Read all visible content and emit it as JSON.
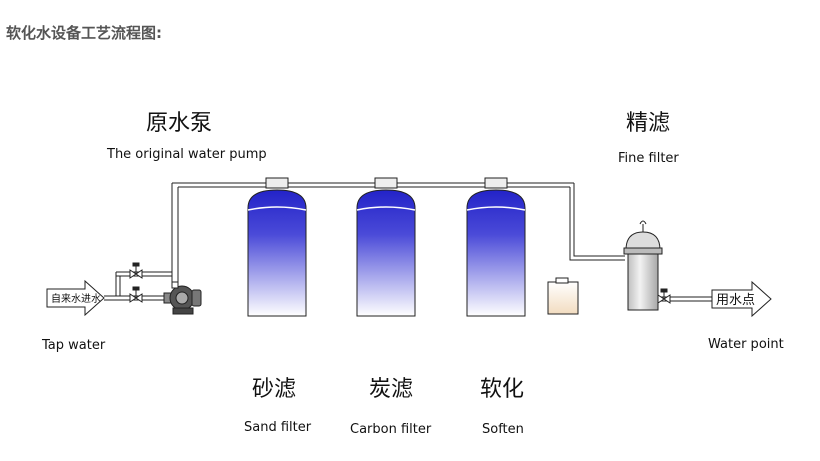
{
  "heading": "软化水设备工艺流程图:",
  "colors": {
    "tank_fill_top": "#2323c8",
    "tank_fill_bottom": "#ffffff",
    "pipe": "#222222",
    "tank_outline": "#222222",
    "filter_body": "#d9d9d9",
    "brine_tank": "#f2dcc0"
  },
  "labels": {
    "pump": {
      "zh": "原水泵",
      "en": "The original water pump"
    },
    "fine_filter": {
      "zh": "精滤",
      "en": "Fine filter"
    },
    "tap": {
      "box": "自来水进水",
      "en": "Tap water"
    },
    "water_point": {
      "box": "用水点",
      "en": "Water point"
    },
    "sand": {
      "zh": "砂滤",
      "en": "Sand filter"
    },
    "carbon": {
      "zh": "炭滤",
      "en": "Carbon filter"
    },
    "soften": {
      "zh": "软化",
      "en": "Soften"
    }
  },
  "icons": [
    "valve-icon",
    "pump-icon",
    "arrow-icon"
  ]
}
